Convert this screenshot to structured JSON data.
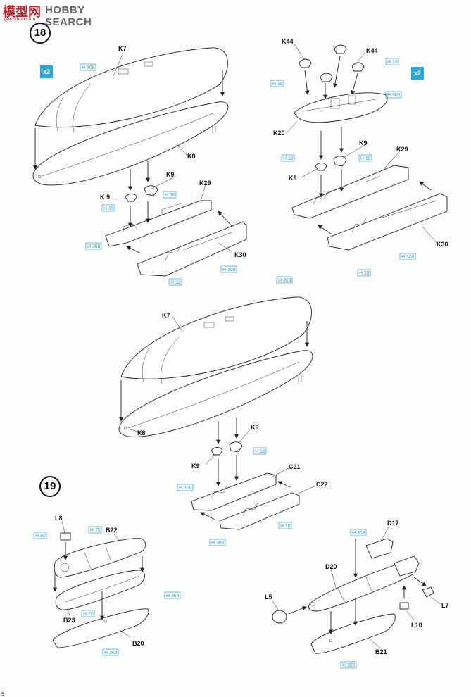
{
  "watermark": {
    "site_cn": "模型网",
    "site_en": "HOBBY SEARCH",
    "url": "gao-shou.com"
  },
  "steps": {
    "step18": "18",
    "step19": "19"
  },
  "multipliers": {
    "left": "x2",
    "right": "x2"
  },
  "colors": {
    "accent": "#3a9fd0",
    "multiplier_bg": "#2aa8d8",
    "watermark_red": "#c0202a"
  },
  "labels": {
    "k7_a": "K7",
    "k8_a": "K8",
    "k9_a1": "K9",
    "k9_a2": "K 9",
    "k29_a": "K29",
    "k30_a": "K30",
    "k44_a": "K44",
    "k44_b": "K44",
    "k20": "K20",
    "k9_b1": "K9",
    "k9_b2": "K9",
    "k29_b": "K29",
    "k30_b": "K30",
    "k7_c": "K7",
    "k8_c": "K8",
    "k9_c1": "K9",
    "k9_c2": "K9",
    "c21": "C21",
    "c22": "C22",
    "l8": "L8",
    "b22": "B22",
    "b23": "B23",
    "b20": "B20",
    "d17": "D17",
    "d20": "D20",
    "l5": "L5",
    "l10": "L10",
    "l7": "L7",
    "b21": "B21"
  },
  "paints": {
    "h308": "H 308",
    "h18": "H 18",
    "h70": "H 70",
    "h80": "H 80"
  },
  "page_number": "9"
}
